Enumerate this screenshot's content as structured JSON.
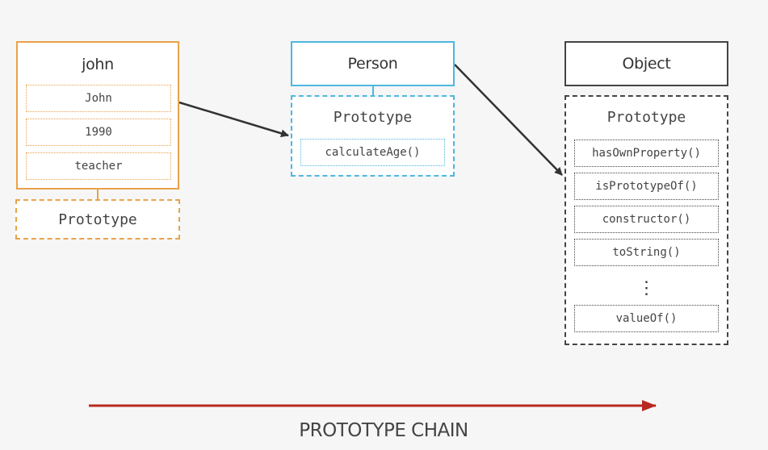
{
  "john": {
    "title": "john",
    "properties": [
      "John",
      "1990",
      "teacher"
    ],
    "prototype_label": "Prototype"
  },
  "person": {
    "title": "Person",
    "prototype_label": "Prototype",
    "methods": [
      "calculateAge()"
    ]
  },
  "object": {
    "title": "Object",
    "prototype_label": "Prototype",
    "methods": [
      "hasOwnProperty()",
      "isPrototypeOf()",
      "constructor()",
      "toString()"
    ],
    "ellipsis": "⋮",
    "last_method": "valueOf()"
  },
  "chain_label": "PROTOTYPE CHAIN",
  "colors": {
    "john": "#e9a24b",
    "person": "#4db7df",
    "object": "#444444",
    "chain_arrow": "#b72a22",
    "connector": "#333333"
  }
}
